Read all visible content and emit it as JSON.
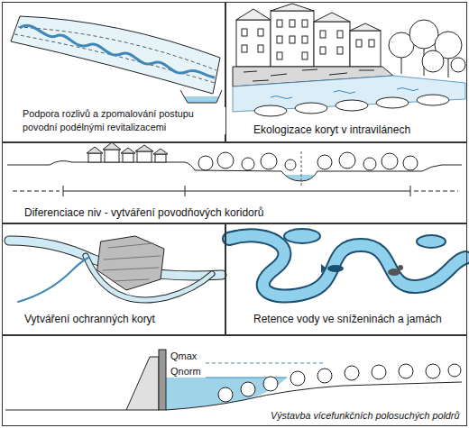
{
  "diagram": {
    "nodes": [
      {
        "text": [
          "Podpora rozlivů a zpomalování postupu povodní podélnými revitalizacemi"
        ]
      },
      {
        "text": [
          "Ekologizace koryt v intravilánech"
        ]
      },
      {
        "text": [
          "Diferenciace niv - vytváření povodňových koridorů"
        ]
      },
      {
        "text": [
          "Vytváření ochranných koryt"
        ]
      },
      {
        "text": [
          "Retence vody ve sníženinách a jamách"
        ]
      },
      {
        "text": [
          "Výstavba vícefunkčních polosuchých poldrů"
        ]
      }
    ],
    "labels": [
      "Qmax",
      "Qnorm"
    ]
  }
}
